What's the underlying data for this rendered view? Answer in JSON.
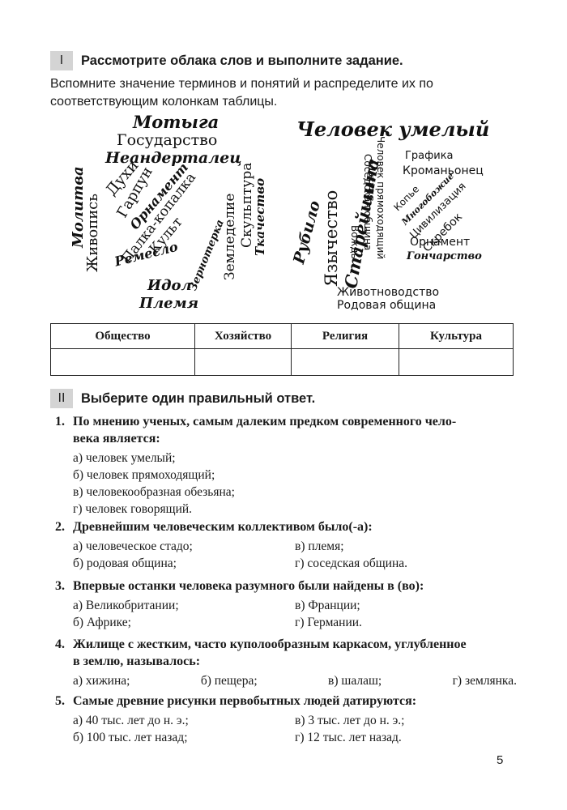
{
  "task1": {
    "number": "I",
    "heading": "Рассмотрите облака слов и выполните задание.",
    "instruction": "Вспомните значение терминов и понятий и распределите их по соответствующим колонкам таблицы.",
    "cloud_left": [
      "Мотыга",
      "Государство",
      "Неандерталец",
      "Духи",
      "Гарпун",
      "Орнамент",
      "Палка-копалка",
      "Земледелие",
      "Скульптура",
      "Ткачество",
      "Молитва",
      "Живопись",
      "Культ",
      "Ремесло",
      "Зернотерка",
      "Идол",
      "Племя"
    ],
    "cloud_right": [
      "Человек умелый",
      "Язычество",
      "Старейшина",
      "Рубило",
      "Знахарь",
      "Человек прямоходящий",
      "Соседская община",
      "Вождь",
      "Графика",
      "Кроманьонец",
      "Копье",
      "Многобожие",
      "Цивилизация",
      "Скребок",
      "Орнамент",
      "Гончарство",
      "Животноводство",
      "Родовая община"
    ],
    "table_headers": [
      "Общество",
      "Хозяйство",
      "Религия",
      "Культура"
    ]
  },
  "task2": {
    "number": "II",
    "heading": "Выберите один правильный ответ.",
    "questions": [
      {
        "n": "1.",
        "line1": "По мнению ученых, самым далеким предком современного чело-",
        "line2": "века является:",
        "options": [
          "а) человек умелый;",
          "б) человек прямоходящий;",
          "в) человекообразная обезьяна;",
          "г) человек говорящий."
        ]
      },
      {
        "n": "2.",
        "text": "Древнейшим человеческим коллективом было(-а):",
        "options": [
          "а) человеческое стадо;",
          "в) племя;",
          "б) родовая община;",
          "г) соседская община."
        ]
      },
      {
        "n": "3.",
        "text": "Впервые останки человека разумного были найдены в (во):",
        "options": [
          "а) Великобритании;",
          "в) Франции;",
          "б) Африке;",
          "г) Германии."
        ]
      },
      {
        "n": "4.",
        "line1": "Жилище с жестким, часто куполообразным каркасом, углубленное",
        "line2": "в землю, называлось:",
        "options": [
          "а) хижина;",
          "б) пещера;",
          "в) шалаш;",
          "г) землянка."
        ]
      },
      {
        "n": "5.",
        "text": "Самые древние рисунки первобытных людей датируются:",
        "options": [
          "а) 40 тыс. лет до н. э.;",
          "в) 3 тыс. лет до н. э.;",
          "б) 100 тыс. лет назад;",
          "г) 12 тыс. лет назад."
        ]
      }
    ]
  },
  "page_number": "5"
}
